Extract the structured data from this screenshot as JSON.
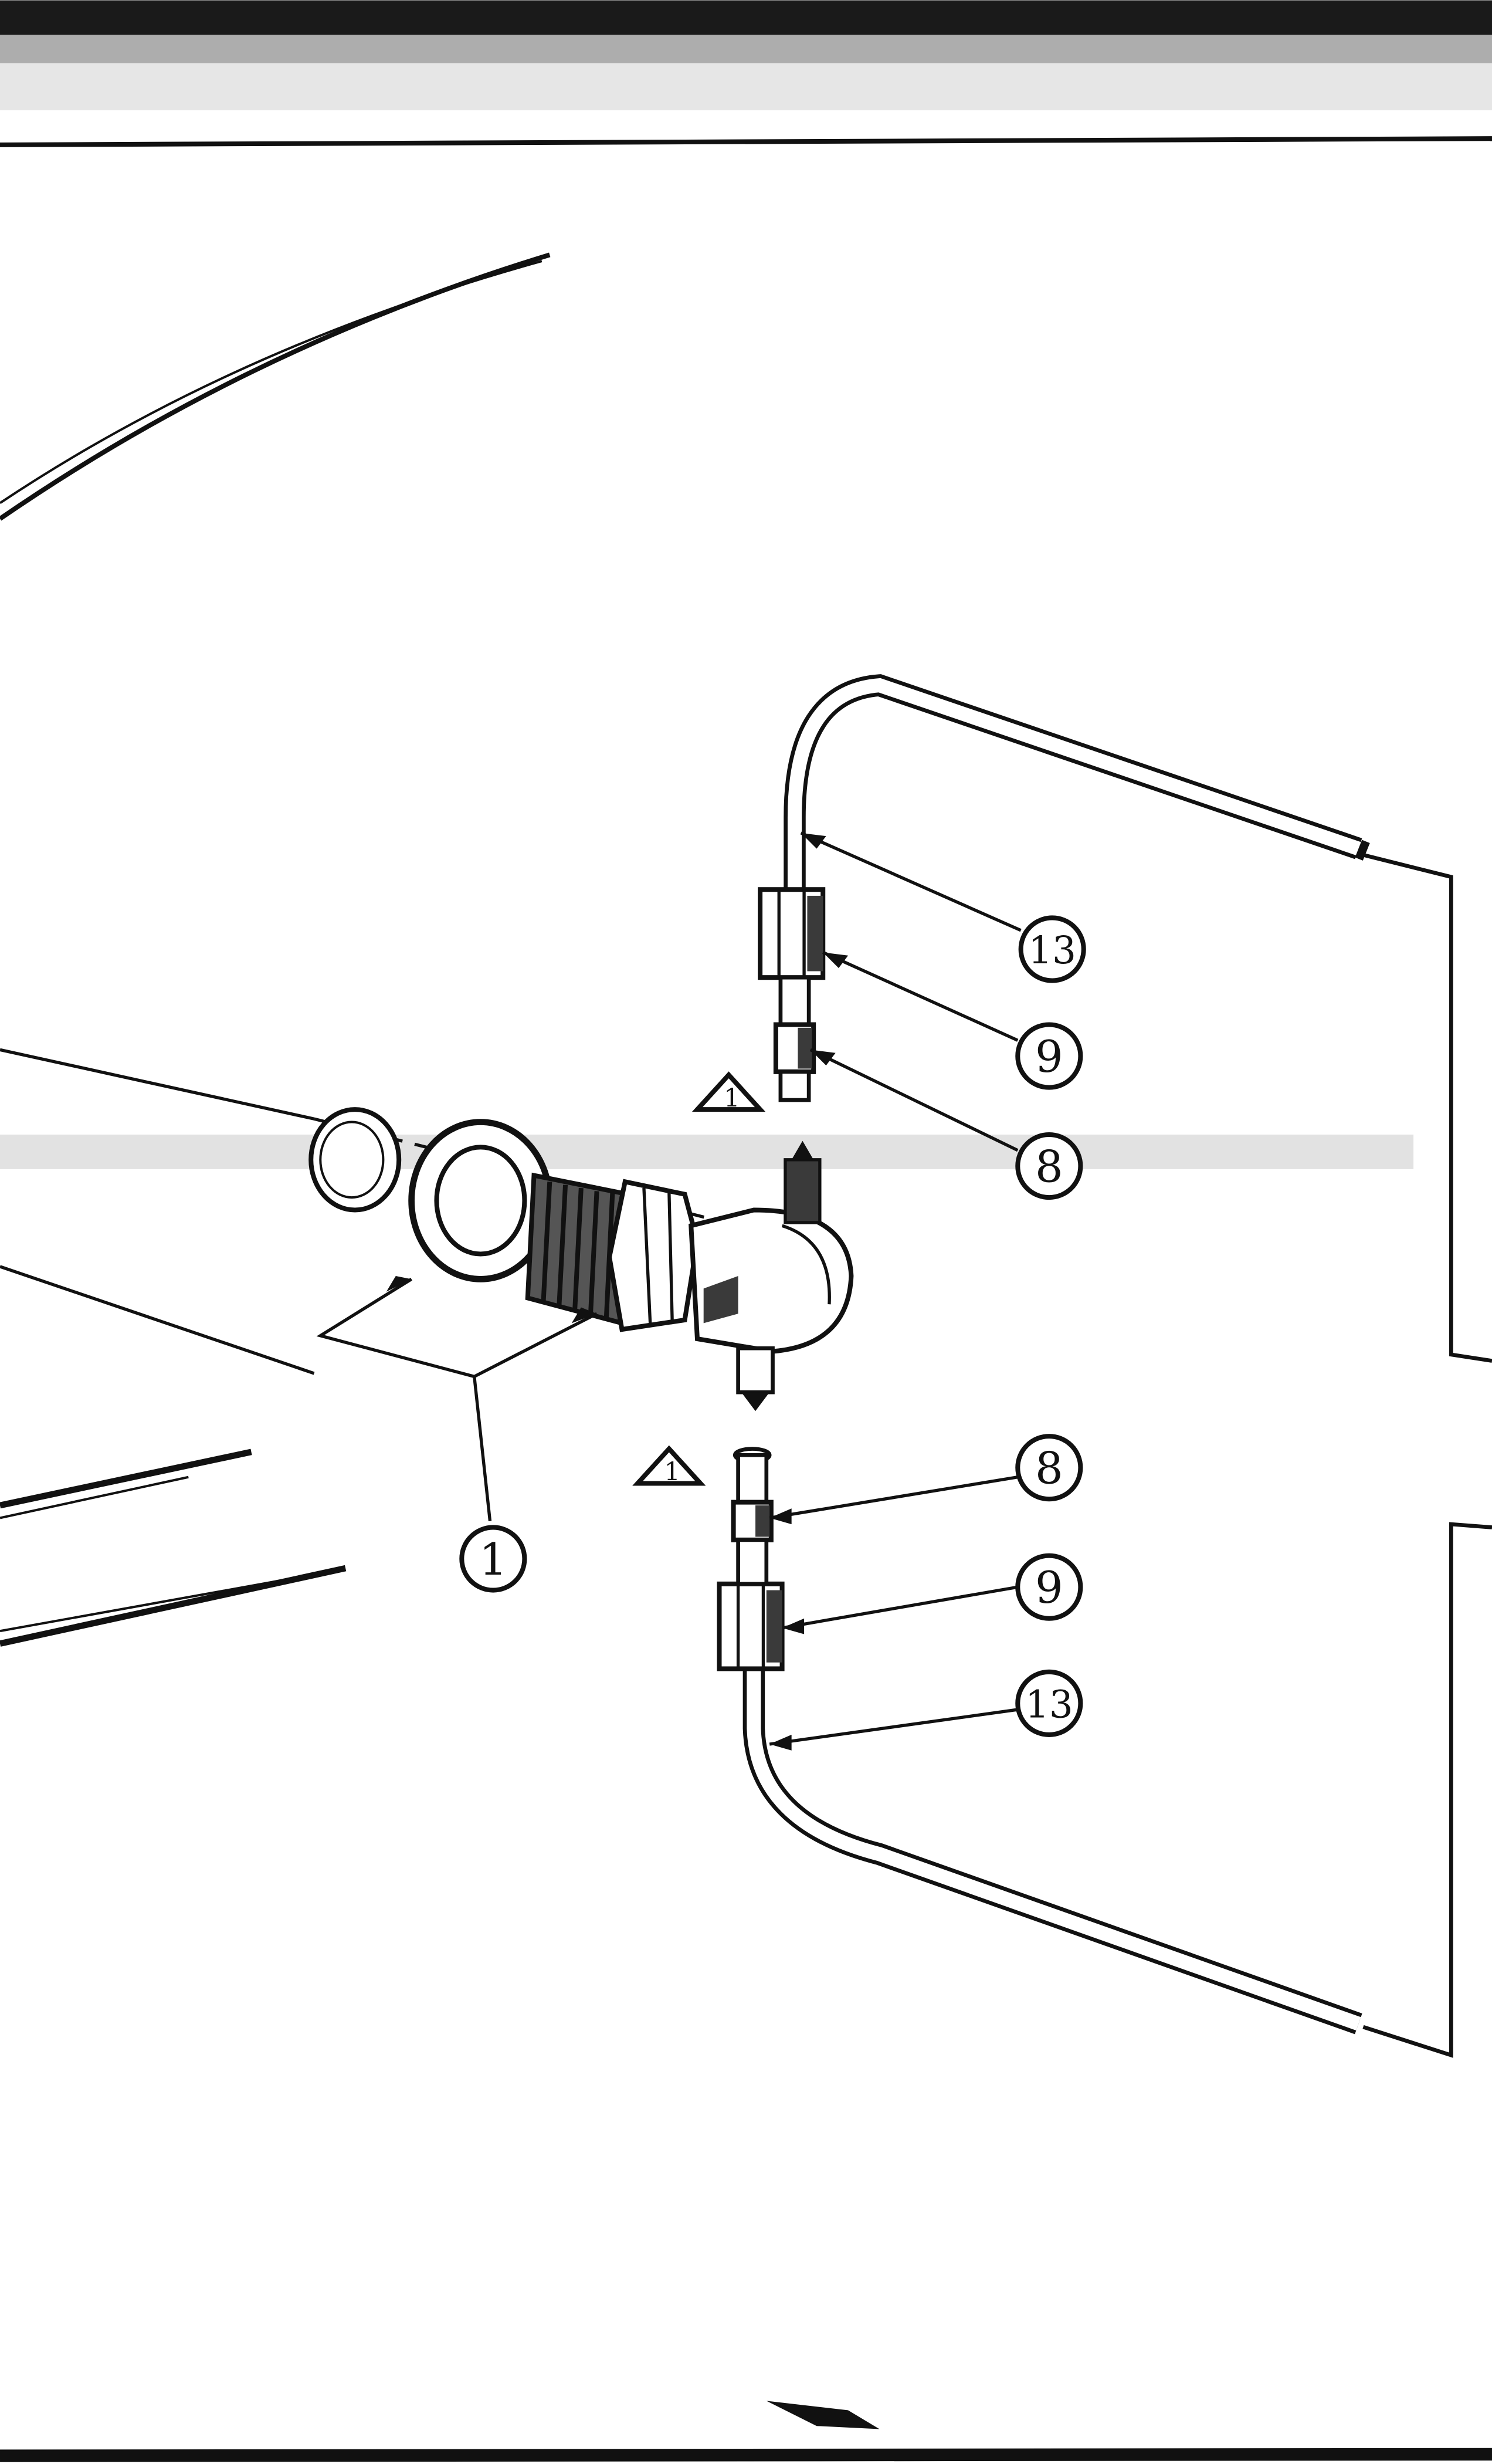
{
  "diagram": {
    "type": "exploded parts drawing",
    "colors": {
      "ink": "#111111",
      "paper": "#ffffff",
      "shade": "#3a3a3a"
    }
  },
  "callouts": {
    "c1": "1",
    "c8_upper": "8",
    "c9_upper": "9",
    "c13_upper": "13",
    "c8_lower": "8",
    "c9_lower": "9",
    "c13_lower": "13"
  },
  "warnings": {
    "upper": "1",
    "lower": "1"
  }
}
